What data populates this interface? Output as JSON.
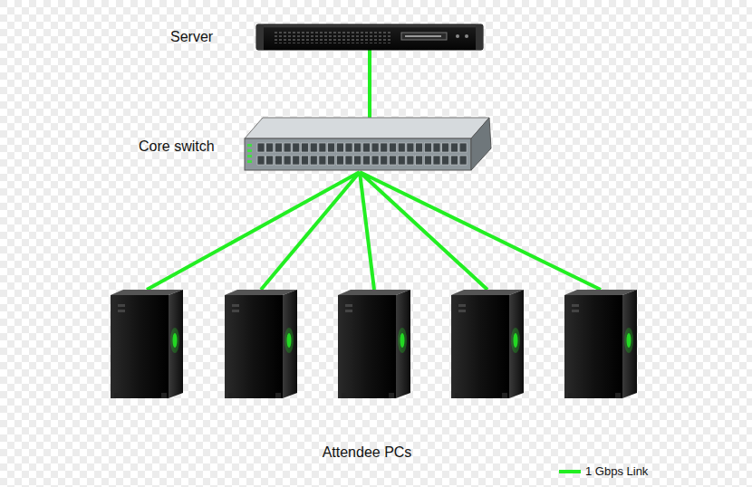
{
  "diagram": {
    "nodes": [
      {
        "text": [
          "Server"
        ]
      },
      {
        "text": [
          "Core switch"
        ]
      },
      {
        "text": [
          "Attendee PCs"
        ]
      }
    ],
    "edges": [
      {
        "from": 0,
        "to": 1,
        "arrow": "none"
      },
      {
        "from": 1,
        "to": 2,
        "arrow": "none"
      }
    ],
    "legend": [
      {
        "text": "1 Gbps Link"
      }
    ]
  }
}
